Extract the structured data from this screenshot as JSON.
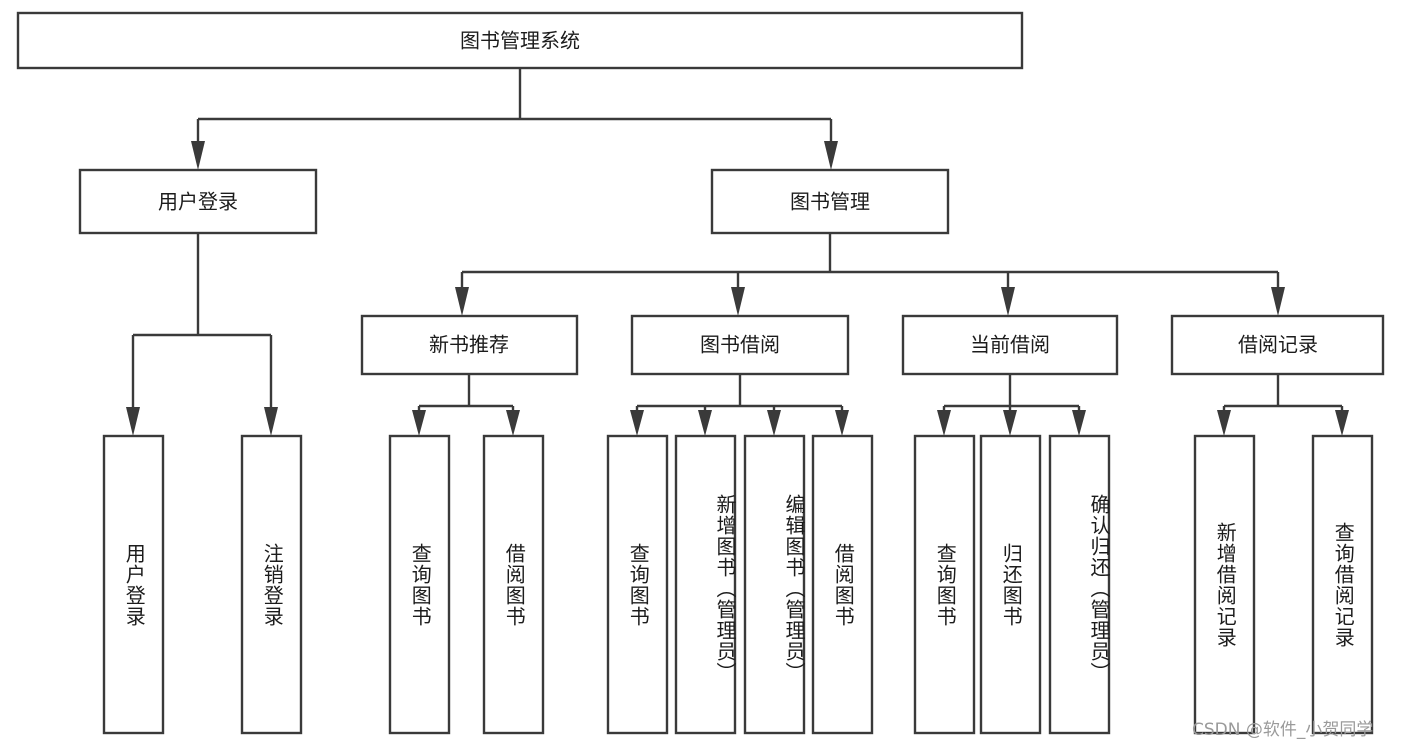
{
  "diagram": {
    "title": "图书管理系统",
    "type": "tree-hierarchy",
    "root": {
      "label": "图书管理系统"
    },
    "level2": [
      {
        "label": "用户登录"
      },
      {
        "label": "图书管理"
      }
    ],
    "level3": [
      {
        "label": "新书推荐"
      },
      {
        "label": "图书借阅"
      },
      {
        "label": "当前借阅"
      },
      {
        "label": "借阅记录"
      }
    ],
    "leaves": {
      "user_login": [
        {
          "label": "用户登录"
        },
        {
          "label": "注销登录"
        }
      ],
      "new_book_recommend": [
        {
          "label": "查询图书"
        },
        {
          "label": "借阅图书"
        }
      ],
      "book_borrow": [
        {
          "label": "查询图书"
        },
        {
          "label": "新增图书（管理员）"
        },
        {
          "label": "编辑图书（管理员）"
        },
        {
          "label": "借阅图书"
        }
      ],
      "current_borrow": [
        {
          "label": "查询图书"
        },
        {
          "label": "归还图书"
        },
        {
          "label": "确认归还（管理员）"
        }
      ],
      "borrow_record": [
        {
          "label": "新增借阅记录"
        },
        {
          "label": "查询借阅记录"
        }
      ]
    }
  },
  "watermark": {
    "text": "CSDN @软件_小贺同学"
  },
  "colors": {
    "stroke": "#3a3a3a",
    "fill": "#ffffff",
    "text": "#1c1c1c",
    "watermark": "#9a9a9a"
  }
}
